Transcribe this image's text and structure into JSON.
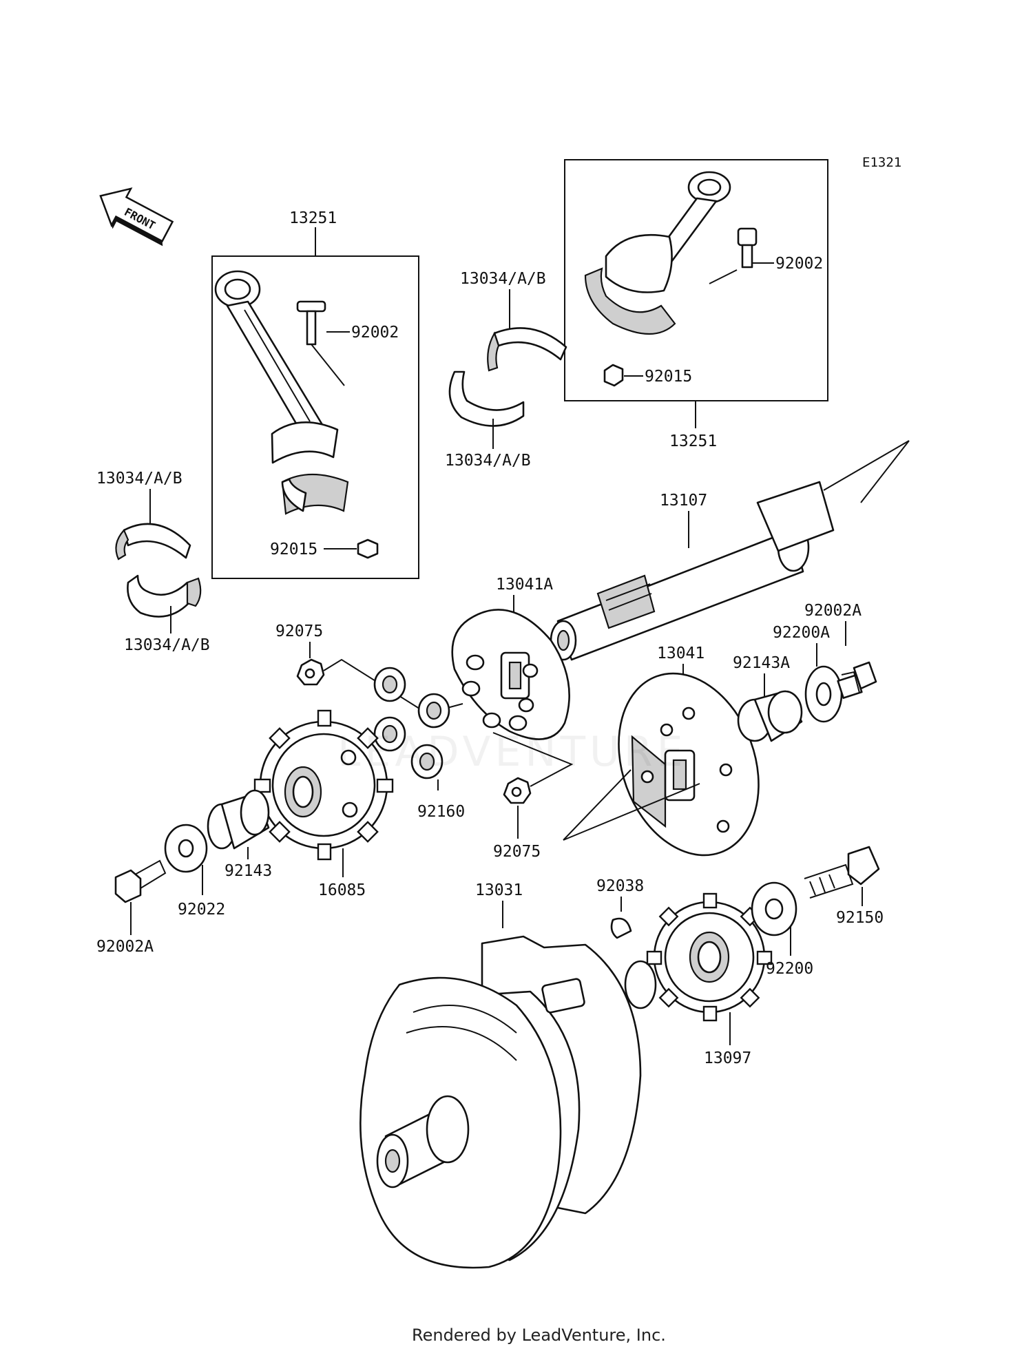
{
  "diagram_code": "E1321",
  "front_label": "FRONT",
  "watermark": "LEADVENTURE",
  "footer": "Rendered by LeadVenture, Inc.",
  "callouts": {
    "conrod_left_assy": "13251",
    "conrod_left_bolt": "92002",
    "conrod_left_nut": "92015",
    "conrod_right_assy": "13251",
    "conrod_right_bolt": "92002",
    "conrod_right_nut": "92015",
    "bearing_mid_top": "13034/A/B",
    "bearing_mid_bottom": "13034/A/B",
    "bearing_left_top": "13034/A/B",
    "bearing_left_bottom": "13034/A/B",
    "shaft": "13107",
    "damper_a": "13041A",
    "damper": "13041",
    "gear_small_top": "92075",
    "gear_small_bottom": "92075",
    "rubber": "92160",
    "bolt_right_top": "92002A",
    "washer_right_top": "92200A",
    "collar_right": "92143A",
    "bolt_left": "92002A",
    "washer_left": "92022",
    "collar_left": "92143",
    "sprocket_left": "16085",
    "crankshaft": "13031",
    "key": "92038",
    "gear_right": "13097",
    "washer_right": "92200",
    "bolt_right": "92150"
  }
}
